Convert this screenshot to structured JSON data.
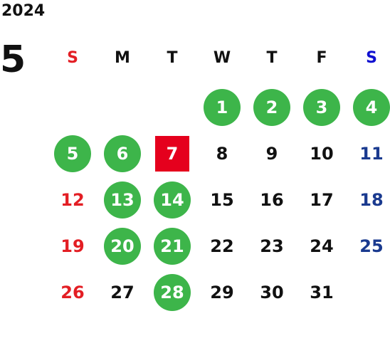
{
  "calendar": {
    "year": "2024",
    "month": "5",
    "weekday_headers": [
      "S",
      "M",
      "T",
      "W",
      "T",
      "F",
      "S"
    ],
    "weeks": [
      [
        null,
        null,
        null,
        "1",
        "2",
        "3",
        "4"
      ],
      [
        "5",
        "6",
        "7",
        "8",
        "9",
        "10",
        "11"
      ],
      [
        "12",
        "13",
        "14",
        "15",
        "16",
        "17",
        "18"
      ],
      [
        "19",
        "20",
        "21",
        "22",
        "23",
        "24",
        "25"
      ],
      [
        "26",
        "27",
        "28",
        "29",
        "30",
        "31",
        null
      ]
    ],
    "highlighted_green": [
      "1",
      "2",
      "3",
      "4",
      "5",
      "6",
      "13",
      "14",
      "20",
      "21",
      "28"
    ],
    "highlighted_red": [
      "7"
    ]
  },
  "colors": {
    "sunday": "#e31e24",
    "saturday": "#1a3a8f",
    "saturday_header": "#1010d0",
    "green_marker": "#3db54a",
    "red_marker": "#e5001d"
  }
}
